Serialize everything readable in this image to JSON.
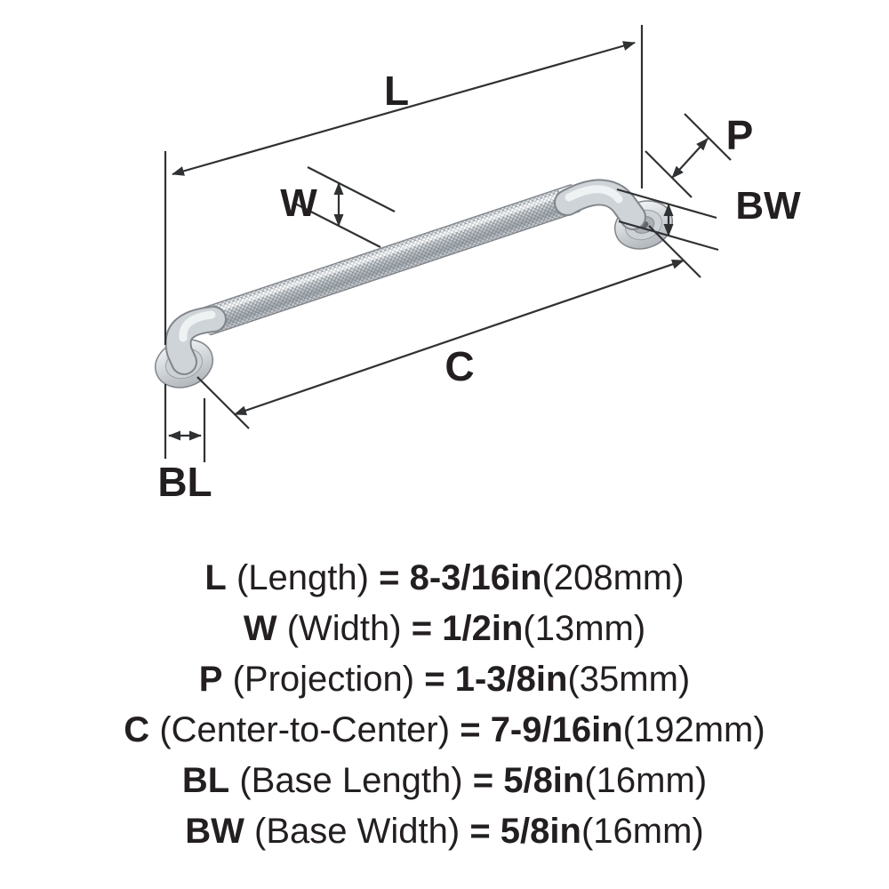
{
  "diagram": {
    "dim_labels": {
      "L": "L",
      "W": "W",
      "P": "P",
      "BW": "BW",
      "C": "C",
      "BL": "BL"
    }
  },
  "legend": {
    "rows": [
      {
        "abbr": "L",
        "term": "(Length)",
        "equals": "=",
        "imperial": "8-3/16in",
        "metric": "(208mm)"
      },
      {
        "abbr": "W",
        "term": "(Width)",
        "equals": "=",
        "imperial": "1/2in",
        "metric": "(13mm)"
      },
      {
        "abbr": "P",
        "term": "(Projection)",
        "equals": "=",
        "imperial": "1-3/8in",
        "metric": "(35mm)"
      },
      {
        "abbr": "C",
        "term": "(Center-to-Center)",
        "equals": "=",
        "imperial": "7-9/16in",
        "metric": "(192mm)"
      },
      {
        "abbr": "BL",
        "term": "(Base Length)",
        "equals": "=",
        "imperial": "5/8in",
        "metric": "(16mm)"
      },
      {
        "abbr": "BW",
        "term": "(Base Width)",
        "equals": "=",
        "imperial": "5/8in",
        "metric": "(16mm)"
      }
    ]
  },
  "colors": {
    "line": "#2f3133",
    "text": "#231f20",
    "chrome_light": "#f9fbfc",
    "chrome_mid": "#c3c9cd",
    "chrome_dark": "#a6adb3"
  }
}
